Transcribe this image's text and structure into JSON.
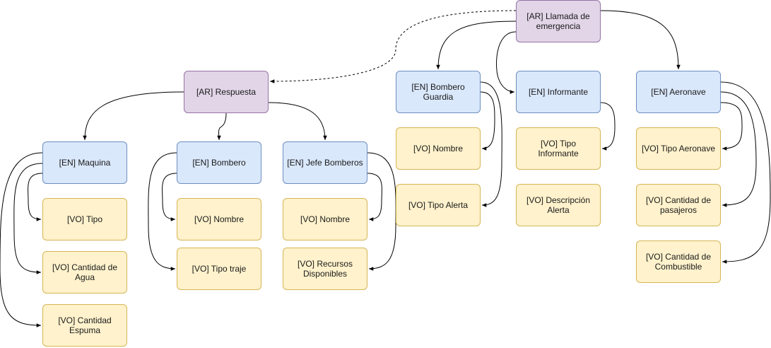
{
  "nodes": {
    "llamada": "[AR] Llamada de emergencia",
    "respuesta": "[AR] Respuesta",
    "maquina": "[EN] Maquina",
    "bombero": "[EN] Bombero",
    "jefe": "[EN] Jefe Bomberos",
    "guardia": "[EN] Bombero Guardia",
    "informante": "[EN] Informante",
    "aeronave": "[EN] Aeronave",
    "tipo": "[VO] Tipo",
    "cant_agua": "[VO] Cantidad de Agua",
    "cant_espuma": "[VO] Cantidad Espuma",
    "bombero_nombre": "[VO] Nombre",
    "tipo_traje": "[VO] Tipo traje",
    "jefe_nombre": "[VO] Nombre",
    "recursos": "[VO] Recursos Disponibles",
    "guardia_nombre": "[VO] Nombre",
    "tipo_alerta": "[VO] Tipo Alerta",
    "tipo_informante": "[VO] Tipo Informante",
    "descripcion_alerta": "[VO] Descripción Alerta",
    "tipo_aeronave": "[VO] Tipo Aeronave",
    "cant_pasajeros": "[VO] Cantidad de pasajeros",
    "cant_combustible": "[VO] Cantidad de Combustible"
  }
}
